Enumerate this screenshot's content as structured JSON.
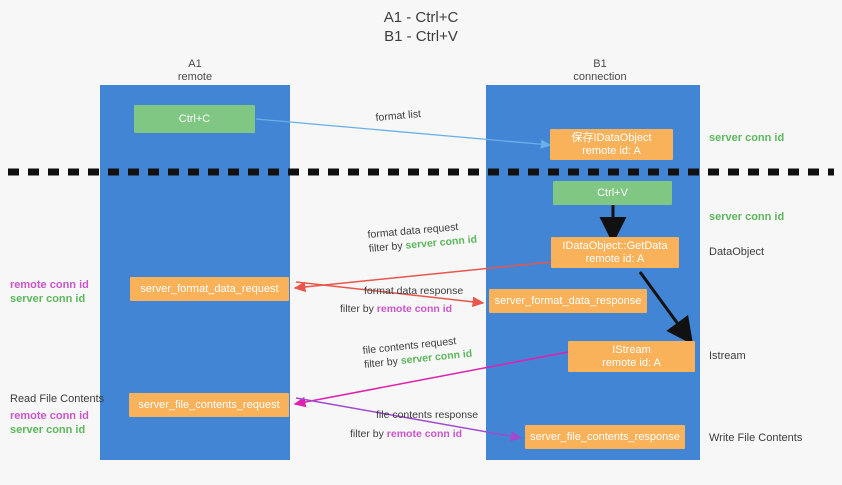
{
  "title": {
    "line1": "A1 - Ctrl+C",
    "line2": "B1 - Ctrl+V"
  },
  "colors": {
    "lane": "#4285d4",
    "green_node": "#81c784",
    "orange_node": "#f9b15a",
    "server_conn_id": "#5cb85c",
    "remote_conn_id": "#cc55cc",
    "blue_arrow": "#6ab0e8",
    "red_arrow": "#e8564b",
    "magenta_arrow": "#e020b0",
    "purple_arrow": "#a04ad0",
    "black_arrow": "#000000",
    "background": "#f7f7f7"
  },
  "lanes": [
    {
      "id": "a1",
      "title": "A1",
      "subtitle": "remote"
    },
    {
      "id": "b1",
      "title": "B1",
      "subtitle": "connection"
    }
  ],
  "nodes": [
    {
      "id": "ctrl-c",
      "label": "Ctrl+C",
      "sub": "",
      "style": "green"
    },
    {
      "id": "save-idataobject",
      "label": "保存IDataObject",
      "sub": "remote id: A",
      "style": "orange"
    },
    {
      "id": "ctrl-v",
      "label": "Ctrl+V",
      "sub": "",
      "style": "green"
    },
    {
      "id": "idataobject-getdata",
      "label": "IDataObject::GetData",
      "sub": "remote id: A",
      "style": "orange"
    },
    {
      "id": "server-format-data-request",
      "label": "server_format_data_request",
      "sub": "",
      "style": "orange"
    },
    {
      "id": "server-format-data-response",
      "label": "server_format_data_response",
      "sub": "",
      "style": "orange"
    },
    {
      "id": "istream",
      "label": "IStream",
      "sub": "remote id: A",
      "style": "orange"
    },
    {
      "id": "server-file-contents-request",
      "label": "server_file_contents_request",
      "sub": "",
      "style": "orange"
    },
    {
      "id": "server-file-contents-response",
      "label": "server_file_contents_response",
      "sub": "",
      "style": "orange"
    }
  ],
  "edge_labels": {
    "format_list": "format list",
    "format_data_request": "format data request",
    "format_data_response": "format data response",
    "file_contents_request": "file contents request",
    "file_contents_response": "file contents response",
    "filter_by": "filter by ",
    "server_conn_id": "server conn id",
    "remote_conn_id": "remote conn id"
  },
  "right_labels": [
    {
      "id": "server-conn-id-top",
      "text": "server conn id",
      "kind": "green"
    },
    {
      "id": "server-conn-id-second",
      "text": "server conn id",
      "kind": "green"
    },
    {
      "id": "dataobject",
      "text": "DataObject",
      "kind": "plain"
    },
    {
      "id": "istream",
      "text": "Istream",
      "kind": "plain"
    },
    {
      "id": "write-file-contents",
      "text": "Write File Contents",
      "kind": "plain"
    }
  ],
  "left_labels": [
    {
      "id": "conn-ids-format",
      "remote": "remote conn id",
      "server": "server conn id",
      "heading": ""
    },
    {
      "id": "read-file-contents",
      "heading": "Read File Contents",
      "remote": "remote conn id",
      "server": "server conn id"
    }
  ]
}
